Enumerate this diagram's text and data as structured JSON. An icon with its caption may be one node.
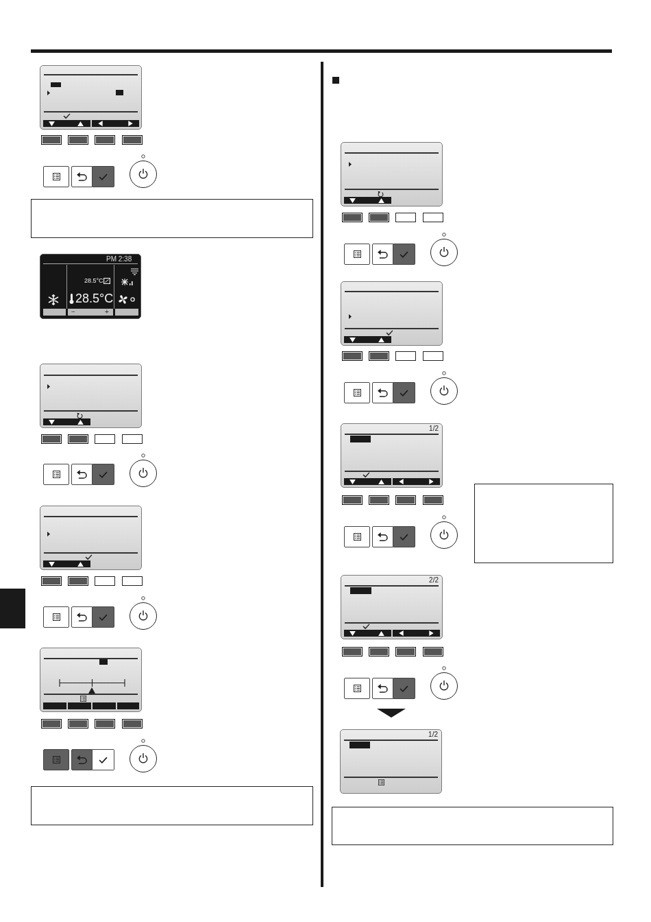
{
  "diagram": {
    "labels": [
      "PM 2:38",
      "28.5°C",
      "28.5°C",
      "−",
      "+",
      "1/2",
      "2/2",
      "1/2"
    ]
  }
}
